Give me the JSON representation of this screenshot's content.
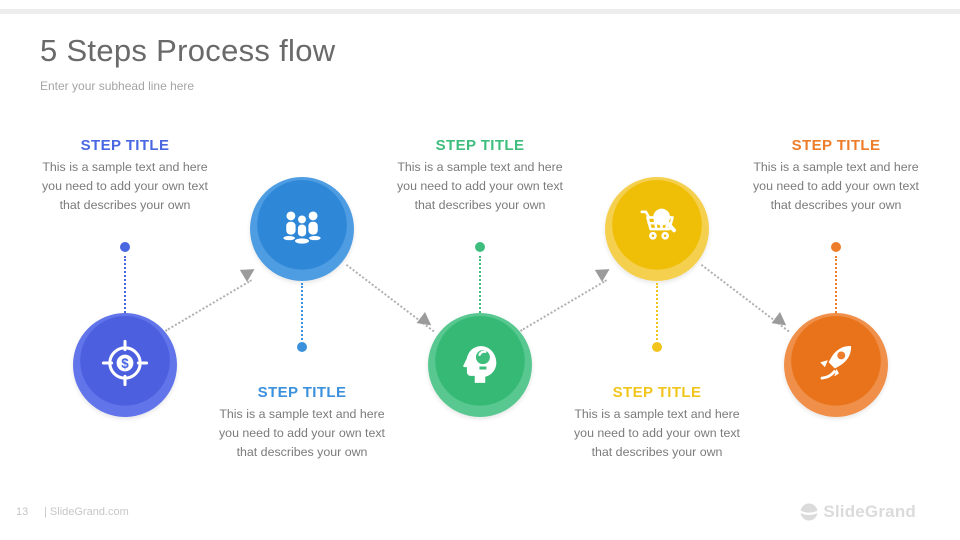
{
  "slide": {
    "title": "5 Steps Process flow",
    "subtitle": "Enter your subhead line here"
  },
  "steps": [
    {
      "title": "STEP TITLE",
      "description": "This is a sample text and here\nyou need to add your own text\nthat describes your own",
      "color": "#4a67e2",
      "icon": "dollar-target-icon"
    },
    {
      "title": "STEP TITLE",
      "description": "This is a sample text and here\nyou need to add your own text\nthat describes your own",
      "color": "#3b91dc",
      "icon": "team-icon"
    },
    {
      "title": "STEP TITLE",
      "description": "This is a sample text and here\nyou need to add your own text\nthat describes your own",
      "color": "#3ebd7d",
      "icon": "idea-head-icon"
    },
    {
      "title": "STEP TITLE",
      "description": "This is a sample text and here\nyou need to add your own text\nthat describes your own",
      "color": "#f2c51d",
      "icon": "cart-search-icon"
    },
    {
      "title": "STEP TITLE",
      "description": "This is a sample text and here\nyou need to add your own text\nthat describes your own",
      "color": "#ed7d2b",
      "icon": "rocket-icon"
    }
  ],
  "footer": {
    "page_number": "13",
    "website": "| SlideGrand.com",
    "brand": "SlideGrand"
  }
}
